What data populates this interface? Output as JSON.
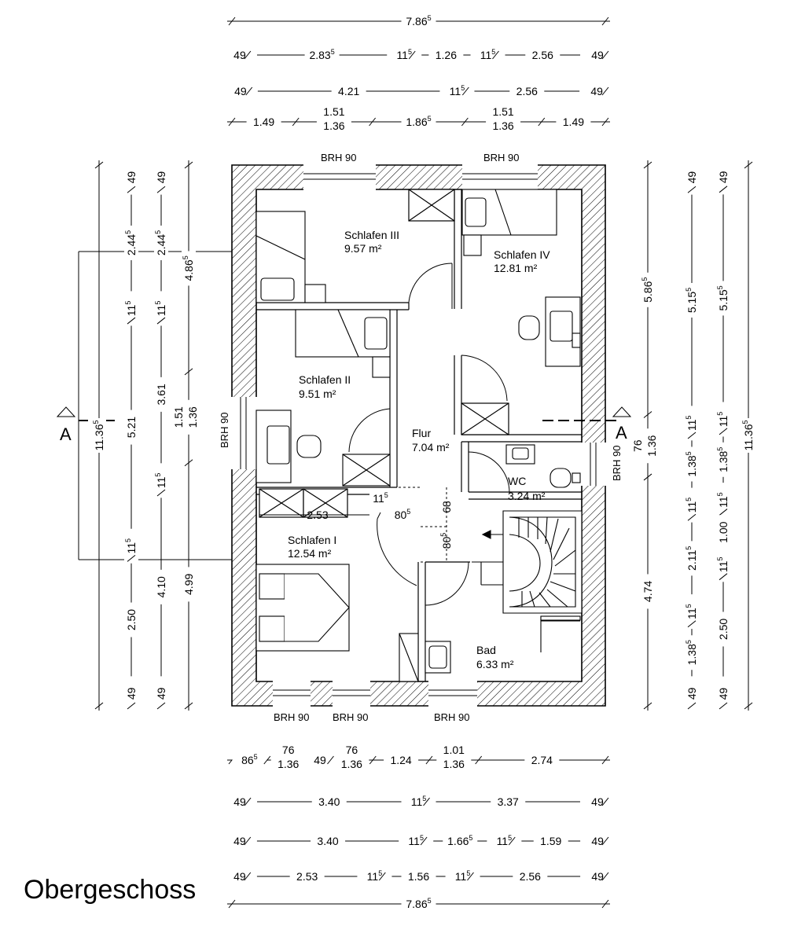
{
  "title": "Obergeschoss",
  "section_marker": "A",
  "window_label": "BRH 90",
  "rooms": [
    {
      "id": "schlafen3",
      "name": "Schlafen III",
      "area": "9.57 m²"
    },
    {
      "id": "schlafen4",
      "name": "Schlafen IV",
      "area": "12.81 m²"
    },
    {
      "id": "schlafen2",
      "name": "Schlafen II",
      "area": "9.51 m²"
    },
    {
      "id": "flur",
      "name": "Flur",
      "area": "7.04 m²"
    },
    {
      "id": "wc",
      "name": "WC",
      "area": "3.24 m²"
    },
    {
      "id": "schlafen1",
      "name": "Schlafen I",
      "area": "12.54 m²"
    },
    {
      "id": "bad",
      "name": "Bad",
      "area": "6.33 m²"
    }
  ],
  "dimensions": {
    "top_chains": [
      [
        "7.86⁵"
      ],
      [
        "49",
        "2.83⁵",
        "11⁵",
        "1.26",
        "11⁵",
        "2.56",
        "49"
      ],
      [
        "49",
        "4.21",
        "11⁵",
        "2.56",
        "49"
      ],
      [
        "1.49",
        "1.51 / 1.36",
        "1.86⁵",
        "1.51 / 1.36",
        "1.49"
      ]
    ],
    "bottom_chains": [
      [
        "86⁵",
        "76 / 1.36",
        "49",
        "76 / 1.36",
        "1.24",
        "1.01 / 1.36",
        "2.74"
      ],
      [
        "49",
        "3.40",
        "11⁵",
        "3.37",
        "49"
      ],
      [
        "49",
        "3.40",
        "11⁵",
        "1.66⁵",
        "11⁵",
        "1.59",
        "49"
      ],
      [
        "49",
        "2.53",
        "11⁵",
        "1.56",
        "11⁵",
        "2.56",
        "49"
      ],
      [
        "7.86⁵"
      ]
    ],
    "left_chains": [
      [
        "11.36⁵"
      ],
      [
        "49",
        "2.44⁵",
        "11⁵",
        "5.21",
        "11⁵",
        "2.50",
        "49"
      ],
      [
        "49",
        "2.44⁵",
        "11⁵",
        "3.61",
        "11⁵",
        "4.10",
        "49"
      ],
      [
        "4.86⁵",
        "1.51 / 1.36",
        "4.99"
      ]
    ],
    "right_chains": [
      [
        "5.86⁵",
        "76 / 1.36",
        "4.74"
      ],
      [
        "49",
        "5.15⁵",
        "11⁵",
        "1.38⁵",
        "11⁵",
        "2.11⁵",
        "11⁵",
        "1.38⁵",
        "49"
      ],
      [
        "49",
        "5.15⁵",
        "11⁵",
        "1.38⁵",
        "11⁵",
        "1.00",
        "11⁵",
        "2.50",
        "49"
      ],
      [
        "11.36⁵"
      ]
    ],
    "interior": [
      "2.53",
      "11⁵",
      "80⁵",
      "68",
      "80⁵"
    ]
  }
}
